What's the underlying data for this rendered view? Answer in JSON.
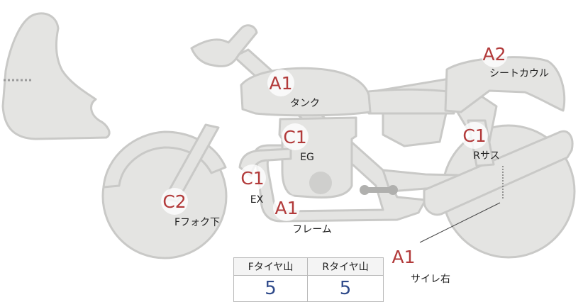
{
  "parts": [
    {
      "id": "tank",
      "code": "A1",
      "label": "タンク"
    },
    {
      "id": "seat-cowl",
      "code": "A2",
      "label": "シートカウル"
    },
    {
      "id": "engine",
      "code": "C1",
      "label": "EG"
    },
    {
      "id": "r-sus",
      "code": "C1",
      "label": "Rサス"
    },
    {
      "id": "exhaust",
      "code": "C1",
      "label": "EX"
    },
    {
      "id": "frame",
      "code": "A1",
      "label": "フレーム"
    },
    {
      "id": "f-fork",
      "code": "C2",
      "label": "Fフォク下"
    },
    {
      "id": "muffler-r",
      "code": "A1",
      "label": "サイレ右"
    }
  ],
  "tread": {
    "front_label": "Fタイヤ山",
    "rear_label": "Rタイヤ山",
    "front_value": "5",
    "rear_value": "5"
  },
  "colors": {
    "body_fill": "#e4e4e2",
    "outline": "#c9c9c7",
    "code_red": "#b23a3a",
    "value_blue": "#2f4a8a"
  }
}
